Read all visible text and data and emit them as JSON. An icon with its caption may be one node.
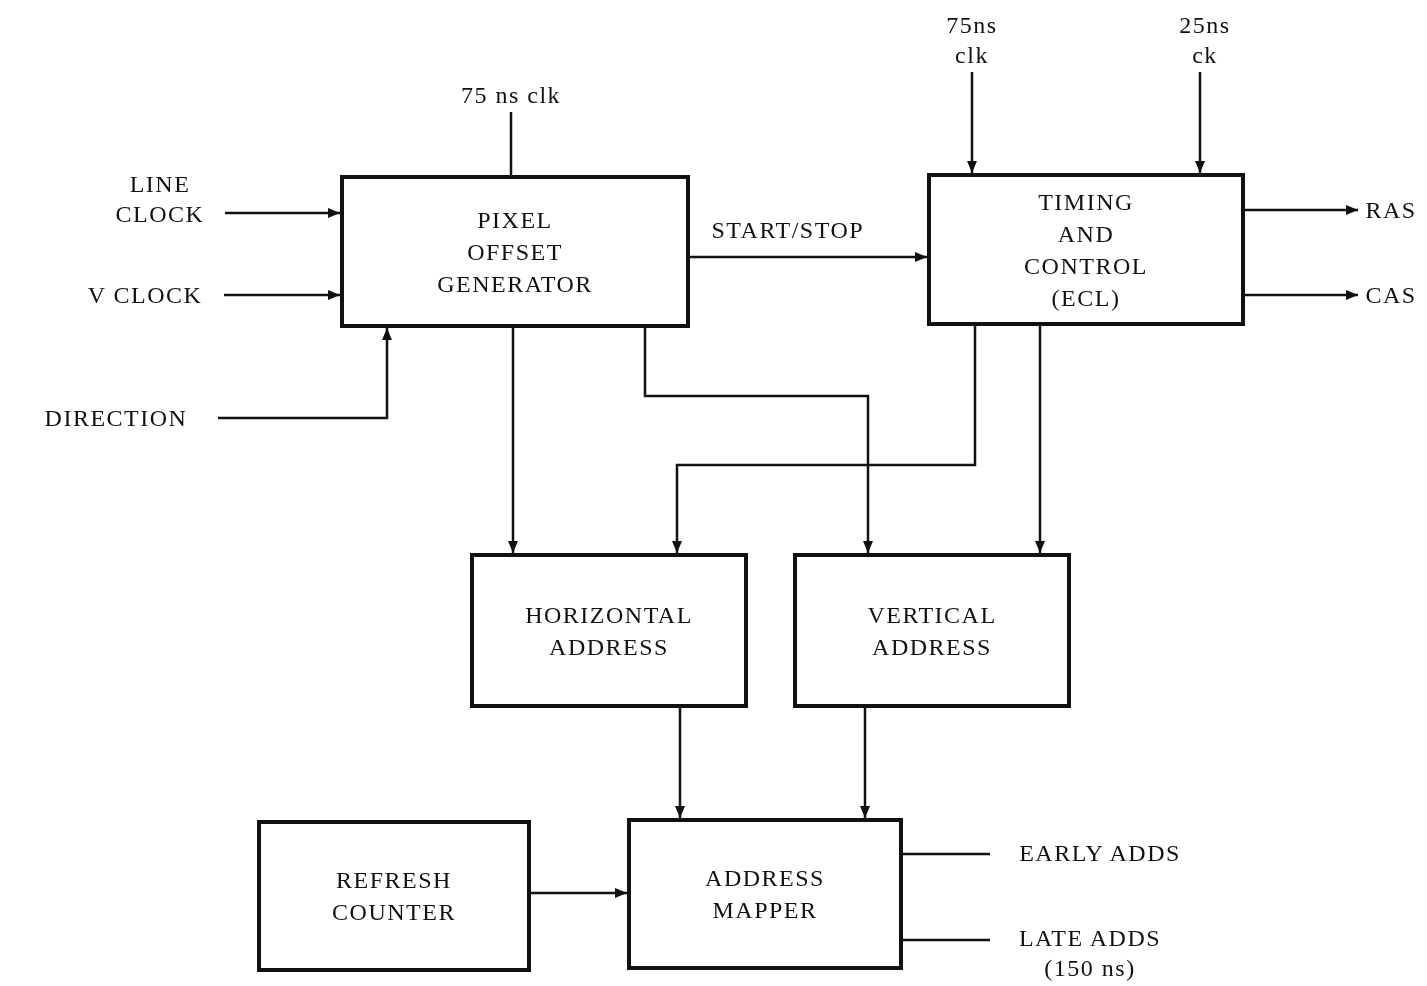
{
  "diagram": {
    "nodes": [
      {
        "text": [
          "PIXEL OFFSET GENERATOR"
        ]
      },
      {
        "text": [
          "TIMING AND CONTROL (ECL)"
        ]
      },
      {
        "text": [
          "HORIZONTAL ADDRESS"
        ]
      },
      {
        "text": [
          "VERTICAL ADDRESS"
        ]
      },
      {
        "text": [
          "REFRESH COUNTER"
        ]
      },
      {
        "text": [
          "ADDRESS MAPPER"
        ]
      },
      {
        "text": [
          "75 ns clk"
        ]
      },
      {
        "text": [
          "LINE CLOCK"
        ]
      },
      {
        "text": [
          "V CLOCK"
        ]
      },
      {
        "text": [
          "DIRECTION"
        ]
      },
      {
        "text": [
          "75ns clk"
        ]
      },
      {
        "text": [
          "25ns ck"
        ]
      },
      {
        "text": [
          "RAS"
        ]
      },
      {
        "text": [
          "CAS"
        ]
      },
      {
        "text": [
          "EARLY ADDS"
        ]
      },
      {
        "text": [
          "LATE ADDS",
          "(150 ns)"
        ]
      }
    ],
    "edges": [
      {
        "from": 6,
        "to": 0,
        "arrow": "none"
      },
      {
        "from": 7,
        "to": 0,
        "arrow": "to"
      },
      {
        "from": 8,
        "to": 0,
        "arrow": "to"
      },
      {
        "from": 9,
        "to": 0,
        "arrow": "to"
      },
      {
        "from": 10,
        "to": 1,
        "arrow": "to"
      },
      {
        "from": 11,
        "to": 1,
        "arrow": "to"
      },
      {
        "from": 1,
        "to": 12,
        "arrow": "to"
      },
      {
        "from": 1,
        "to": 13,
        "arrow": "to"
      },
      {
        "from": 0,
        "to": 1,
        "arrow": "to",
        "label": "START/STOP"
      },
      {
        "from": 0,
        "to": 2,
        "arrow": "to"
      },
      {
        "from": 0,
        "to": 3,
        "arrow": "to"
      },
      {
        "from": 1,
        "to": 2,
        "arrow": "to"
      },
      {
        "from": 1,
        "to": 3,
        "arrow": "to"
      },
      {
        "from": 2,
        "to": 5,
        "arrow": "to"
      },
      {
        "from": 3,
        "to": 5,
        "arrow": "to"
      },
      {
        "from": 4,
        "to": 5,
        "arrow": "to"
      },
      {
        "from": 5,
        "to": 14,
        "arrow": "none"
      },
      {
        "from": 5,
        "to": 15,
        "arrow": "none"
      }
    ]
  }
}
